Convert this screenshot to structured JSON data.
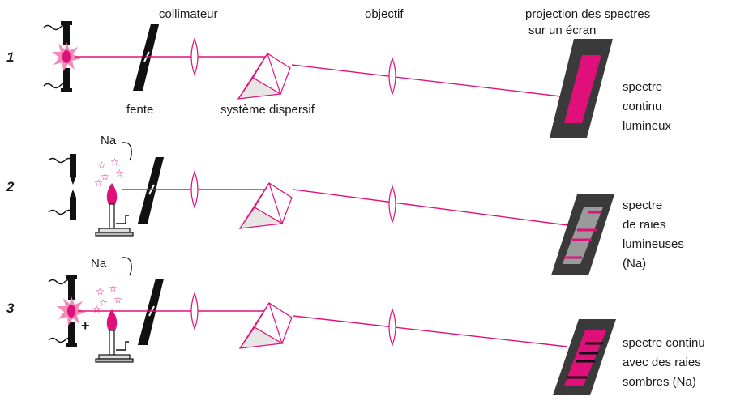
{
  "labels": {
    "collimateur": "collimateur",
    "objectif": "objectif",
    "projection_line1": "projection des spectres",
    "projection_line2": "sur un écran",
    "fente": "fente",
    "systeme_dispersif": "système dispersif",
    "na_top": "Na",
    "na_bottom": "Na",
    "plus": "+"
  },
  "rows": [
    {
      "number": "1",
      "spectrum_lines": [
        "spectre",
        "continu",
        "lumineux"
      ]
    },
    {
      "number": "2",
      "spectrum_lines": [
        "spectre",
        "de raies",
        "lumineuses",
        "(Na)"
      ]
    },
    {
      "number": "3",
      "spectrum_lines": [
        "spectre continu",
        "avec des raies",
        "sombres (Na)"
      ]
    }
  ],
  "colors": {
    "beam": "#e0107a",
    "screen_dark": "#3a3a3a",
    "screen_gray": "#9a9a9a",
    "spectrum": "#e0107a",
    "slit": "#111111"
  }
}
